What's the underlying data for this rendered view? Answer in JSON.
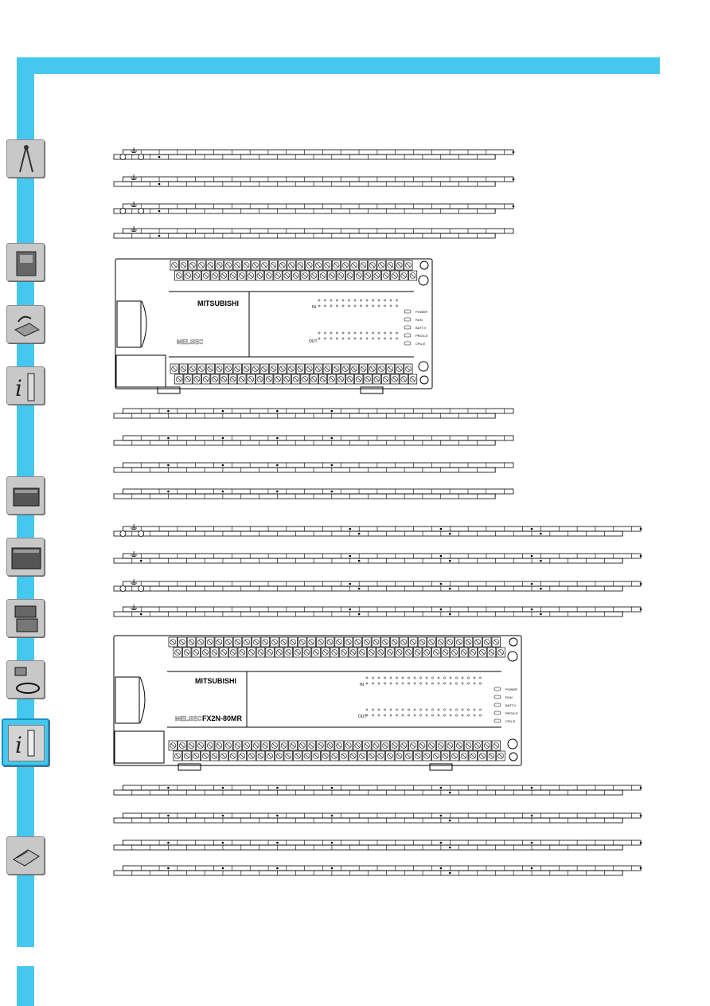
{
  "sidebar": {
    "icons": [
      {
        "name": "compass-icon"
      },
      {
        "name": "plc-module-icon"
      },
      {
        "name": "handheld-programmer-icon"
      },
      {
        "name": "info-ruler-icon"
      },
      {
        "name": "extension-module-icon"
      },
      {
        "name": "base-unit-icon"
      },
      {
        "name": "stacked-modules-icon"
      },
      {
        "name": "cable-connector-icon"
      },
      {
        "name": "info-ruler-active-icon"
      },
      {
        "name": "floppy-disk-icon"
      }
    ]
  },
  "unit_top": {
    "brand": "MITSUBISHI",
    "in_label": "IN",
    "out_label": "OUT",
    "status_labels": [
      "POWER",
      "RUN",
      "BATT.V",
      "PROG-E",
      "CPU-E"
    ],
    "logo": "MELSEC"
  },
  "unit_bottom": {
    "brand": "MITSUBISHI",
    "model": "FX2N-80MR",
    "in_label": "IN",
    "out_label": "OUT",
    "status_labels": [
      "POWER",
      "RUN",
      "BATT.V",
      "PROG-E",
      "CPU-E"
    ],
    "logo": "MELSEC"
  },
  "colors": {
    "accent": "#45c8f0",
    "icon_bg": "#c8c8c8"
  }
}
